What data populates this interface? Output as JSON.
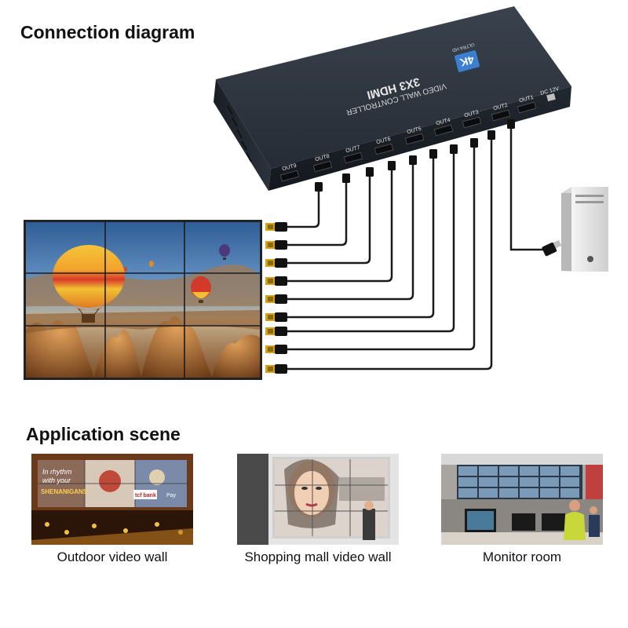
{
  "connection": {
    "title": "Connection diagram"
  },
  "device": {
    "model": "3X3 HDMI",
    "subtitle": "VIDEO WALL CONTROLLER",
    "badge": "4K",
    "badge_sub": "ULTRA HD",
    "power_label": "DC 12V",
    "ports": [
      "OUT1",
      "OUT2",
      "OUT3",
      "OUT4",
      "OUT5",
      "OUT6",
      "OUT7",
      "OUT8",
      "OUT9"
    ]
  },
  "application": {
    "title": "Application scene",
    "scenes": [
      {
        "caption": "Outdoor video wall",
        "screen_text": [
          "In rhythm",
          "with your",
          "SHENANIGANS",
          "tcf bank",
          "Pay"
        ]
      },
      {
        "caption": "Shopping mall video wall"
      },
      {
        "caption": "Monitor room"
      }
    ]
  },
  "colors": {
    "device_body": "#2c333d",
    "cable": "#1a1a1a",
    "connector_gold": "#d4a21c",
    "sky": "#4a7fb8",
    "rock": "#b0703a",
    "balloon_yellow": "#f2c032",
    "balloon_red": "#d33a2a"
  }
}
